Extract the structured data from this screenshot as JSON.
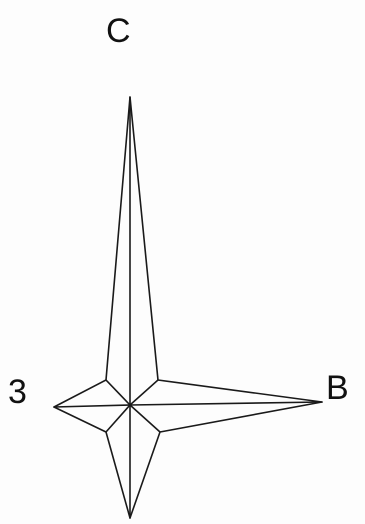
{
  "labels": {
    "top": "C",
    "left": "3",
    "right": "B"
  },
  "colors": {
    "stroke": "#1a1a1a",
    "text": "#111111",
    "background": "#fdfdfd"
  }
}
